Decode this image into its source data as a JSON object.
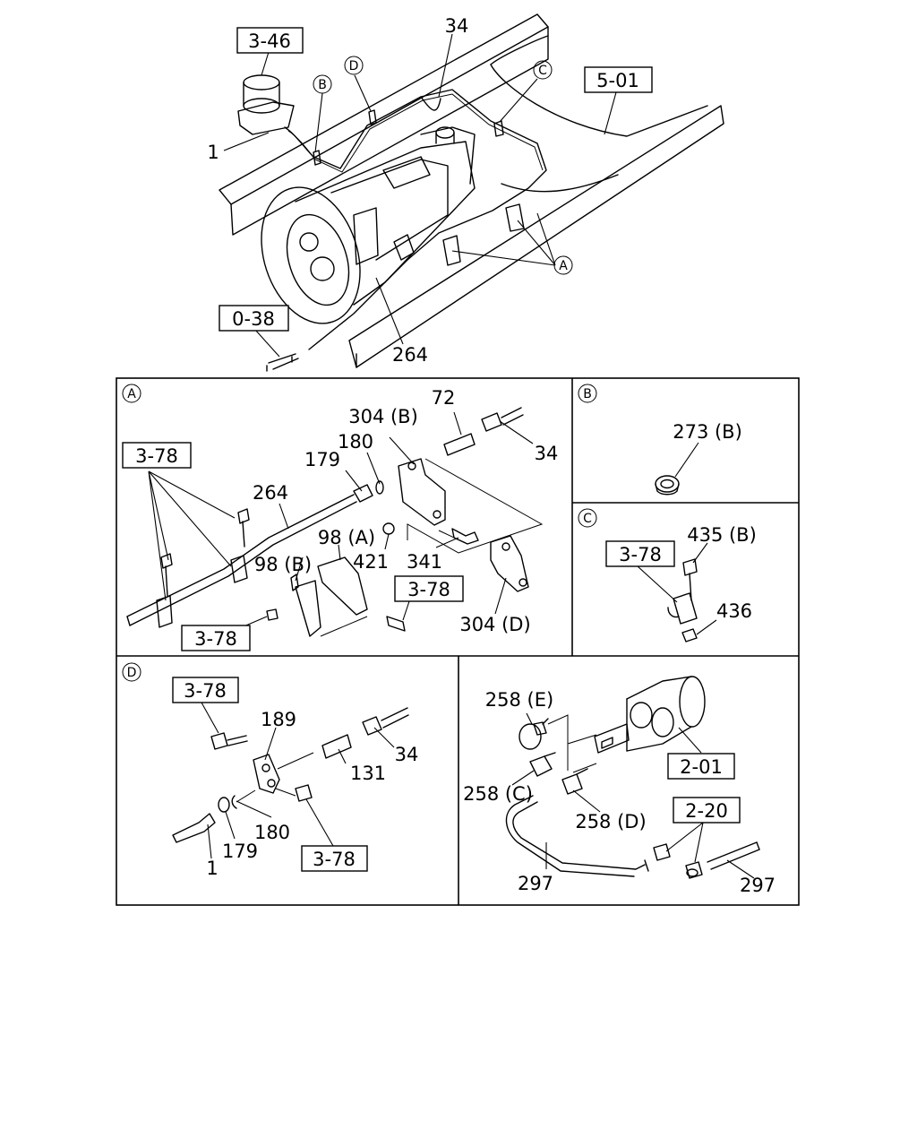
{
  "main": {
    "refs": {
      "r346": "3-46",
      "r501": "5-01",
      "r038": "0-38"
    },
    "callouts": {
      "c34": "34",
      "c1": "1",
      "c264": "264"
    },
    "markers": {
      "A": "A",
      "B": "B",
      "C": "C",
      "D": "D"
    }
  },
  "detail_a": {
    "marker": "A",
    "refs": {
      "r378_top": "3-78",
      "r378_right": "3-78",
      "r378_bottom": "3-78"
    },
    "callouts": {
      "c304b": "304 (B)",
      "c72": "72",
      "c180": "180",
      "c34": "34",
      "c179": "179",
      "c264": "264",
      "c98a": "98 (A)",
      "c421": "421",
      "c341": "341",
      "c98b": "98 (B)",
      "c304d": "304 (D)"
    }
  },
  "detail_b": {
    "marker": "B",
    "callouts": {
      "c273b": "273 (B)"
    }
  },
  "detail_c": {
    "marker": "C",
    "refs": {
      "r378": "3-78"
    },
    "callouts": {
      "c435b": "435 (B)",
      "c436": "436"
    }
  },
  "detail_d": {
    "marker": "D",
    "refs": {
      "r378_top": "3-78",
      "r378_bottom": "3-78"
    },
    "callouts": {
      "c189": "189",
      "c131": "131",
      "c34": "34",
      "c180": "180",
      "c179": "179",
      "c1": "1"
    }
  },
  "detail_e": {
    "refs": {
      "r201": "2-01",
      "r220": "2-20"
    },
    "callouts": {
      "c258e": "258 (E)",
      "c258c": "258 (C)",
      "c258d": "258 (D)",
      "c297_left": "297",
      "c297_right": "297"
    }
  }
}
